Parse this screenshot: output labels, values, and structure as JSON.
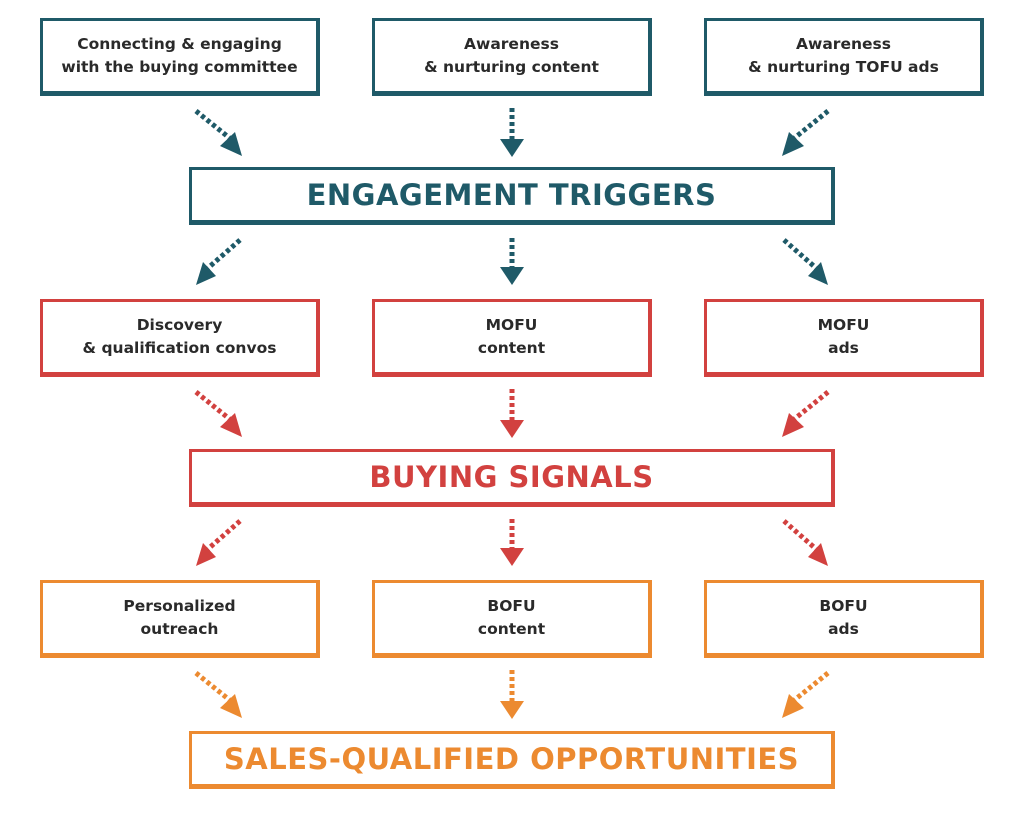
{
  "colors": {
    "tier1": "#1f5a68",
    "tier2": "#d2413f",
    "tier3": "#ec8a30",
    "text": "#2a2a2a",
    "background": "#ffffff"
  },
  "tier1": {
    "sources": [
      {
        "label": "Connecting & engaging\nwith the buying committee"
      },
      {
        "label": "Awareness\n& nurturing content"
      },
      {
        "label": "Awareness\n& nurturing TOFU ads"
      }
    ],
    "stage": {
      "label": "ENGAGEMENT TRIGGERS"
    }
  },
  "tier2": {
    "sources": [
      {
        "label": "Discovery\n& qualification convos"
      },
      {
        "label": "MOFU\ncontent"
      },
      {
        "label": "MOFU\nads"
      }
    ],
    "stage": {
      "label": "BUYING SIGNALS"
    }
  },
  "tier3": {
    "sources": [
      {
        "label": "Personalized\noutreach"
      },
      {
        "label": "BOFU\ncontent"
      },
      {
        "label": "BOFU\nads"
      }
    ],
    "stage": {
      "label": "SALES-QUALIFIED OPPORTUNITIES"
    }
  }
}
